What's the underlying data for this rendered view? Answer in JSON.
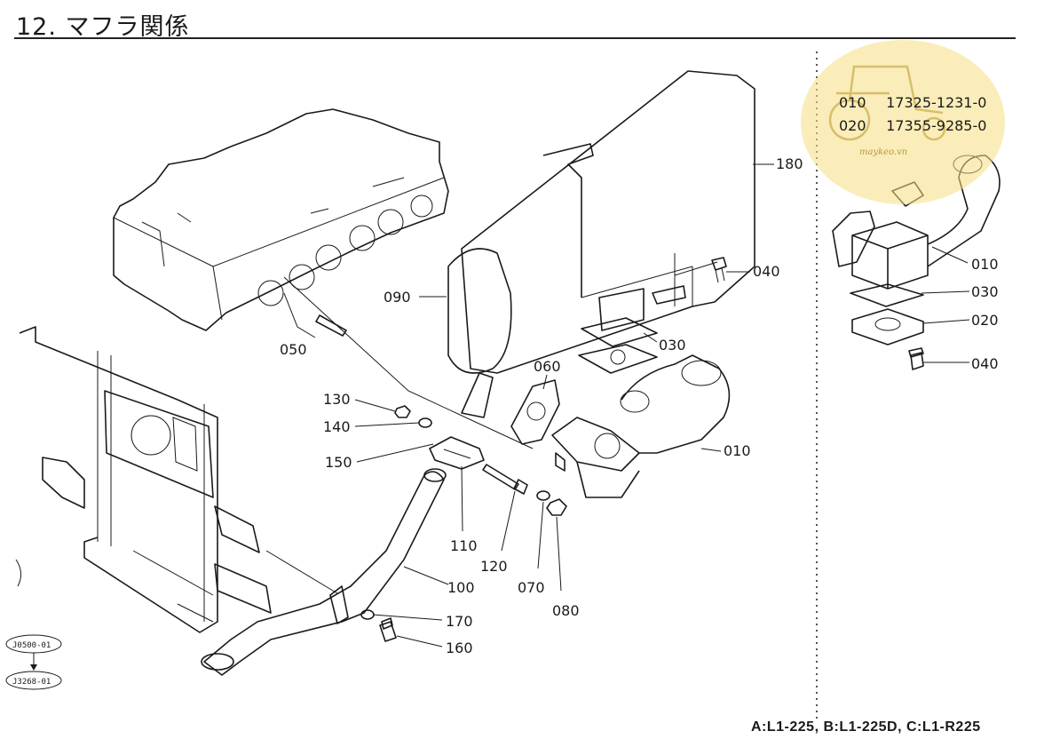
{
  "title": "12. マフラ関係",
  "callouts": {
    "c180": "180",
    "c040_main": "040",
    "c090": "090",
    "c050": "050",
    "c030_main": "030",
    "c060": "060",
    "c010_main": "010",
    "c130": "130",
    "c140": "140",
    "c150": "150",
    "c110": "110",
    "c120": "120",
    "c070": "070",
    "c080": "080",
    "c100": "100",
    "c170": "170",
    "c160": "160",
    "c010_inset": "010",
    "c030_inset": "030",
    "c020_inset": "020",
    "c040_inset": "040"
  },
  "inset_parts": [
    {
      "code": "010",
      "part_no": "17325-1231-0"
    },
    {
      "code": "020",
      "part_no": "17355-9285-0"
    }
  ],
  "refs": {
    "ref_top": "J0500-01",
    "ref_bottom": "J3268-01"
  },
  "watermark": {
    "text": "maykeo.vn",
    "color": "#f3d670"
  },
  "footer": "A:L1-225, B:L1-225D, C:L1-R225"
}
